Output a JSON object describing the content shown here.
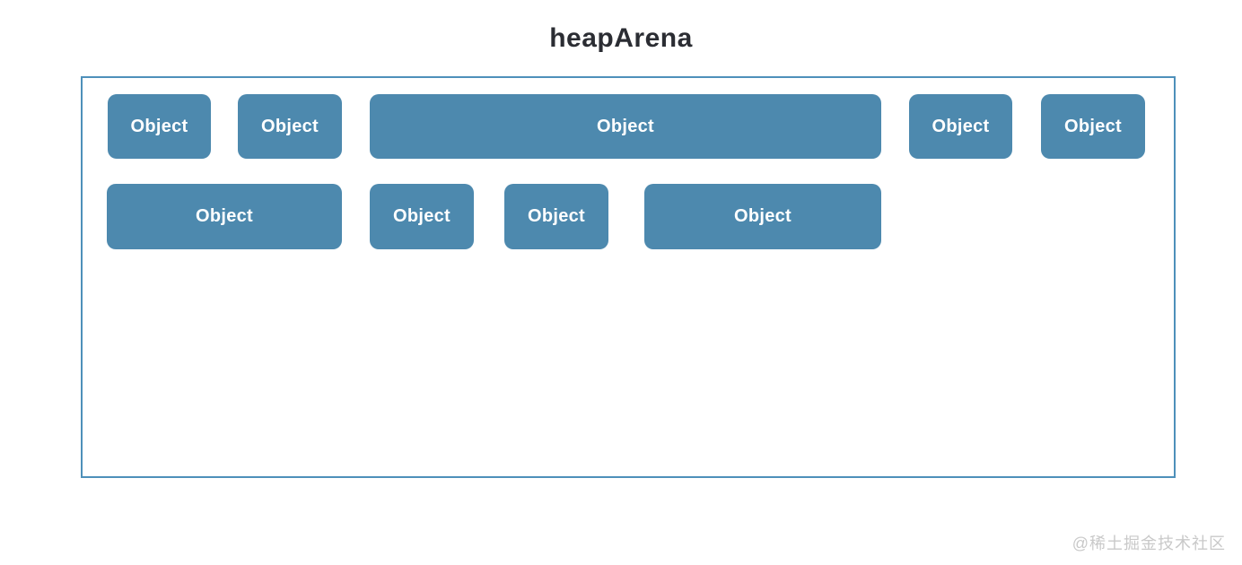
{
  "title": "heapArena",
  "heap": {
    "rows": [
      {
        "objects": [
          {
            "label": "Object"
          },
          {
            "label": "Object"
          },
          {
            "label": "Object"
          },
          {
            "label": "Object"
          },
          {
            "label": "Object"
          }
        ]
      },
      {
        "objects": [
          {
            "label": "Object"
          },
          {
            "label": "Object"
          },
          {
            "label": "Object"
          },
          {
            "label": "Object"
          }
        ]
      }
    ]
  },
  "watermark": "@稀土掘金技术社区",
  "colors": {
    "object_fill": "#4d89ae",
    "object_text": "#ffffff",
    "container_border": "#4e90ba",
    "title_text": "#2b2d33",
    "watermark_text": "#c9c9c9"
  }
}
